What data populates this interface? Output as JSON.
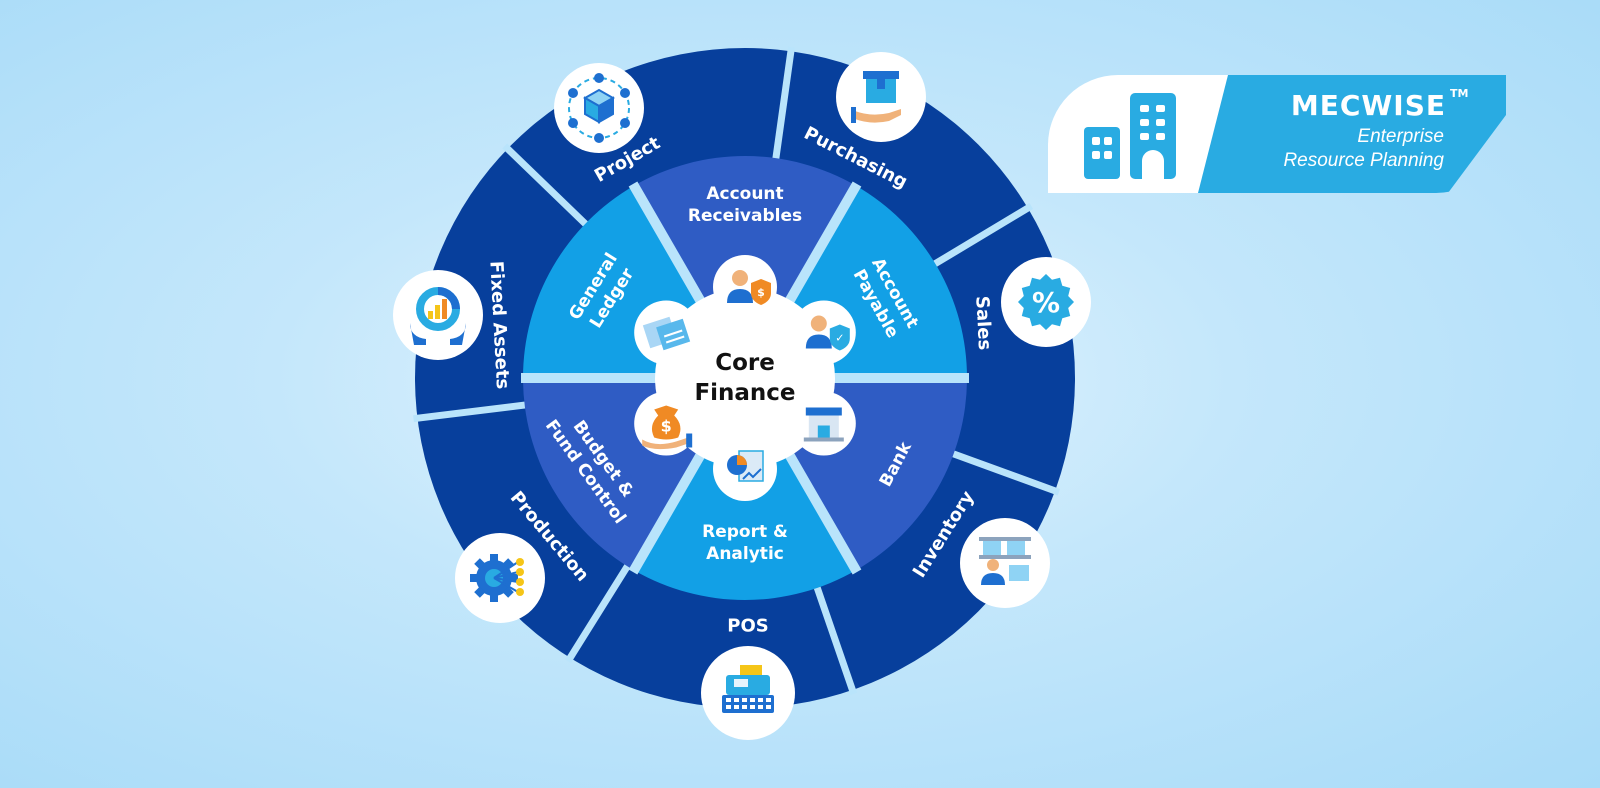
{
  "center": {
    "line1": "Core",
    "line2": "Finance"
  },
  "inner_modules": [
    {
      "id": "account-receivables",
      "lines": [
        "Account",
        "Receivables"
      ]
    },
    {
      "id": "account-payable",
      "lines": [
        "Account",
        "Payable"
      ]
    },
    {
      "id": "bank",
      "lines": [
        "Bank"
      ]
    },
    {
      "id": "report-analytic",
      "lines": [
        "Report &",
        "Analytic"
      ]
    },
    {
      "id": "budget-fund-control",
      "lines": [
        "Budget &",
        "Fund Control"
      ]
    },
    {
      "id": "general-ledger",
      "lines": [
        "General",
        "Ledger"
      ]
    }
  ],
  "outer_modules": [
    {
      "id": "purchasing",
      "label": "Purchasing"
    },
    {
      "id": "sales",
      "label": "Sales"
    },
    {
      "id": "inventory",
      "label": "Inventory"
    },
    {
      "id": "pos",
      "label": "POS"
    },
    {
      "id": "production",
      "label": "Production"
    },
    {
      "id": "fixed-assets",
      "label": "Fixed Assets"
    },
    {
      "id": "project",
      "label": "Project"
    }
  ],
  "brand": {
    "name": "MECWISE",
    "tm": "TM",
    "tagline_line1": "Enterprise",
    "tagline_line2": "Resource Planning"
  },
  "colors": {
    "outer_ring": "#073f9c",
    "inner_light": "#12a0e6",
    "inner_medium": "#2f5cc4",
    "separator": "#b9e4fb",
    "logo_blue": "#29abe2"
  },
  "icons": {
    "inner": [
      "receivable-user-icon",
      "payable-user-icon",
      "bank-building-icon",
      "report-chart-icon",
      "money-bag-icon",
      "ledger-book-icon"
    ],
    "outer": [
      "box-hand-icon",
      "percent-badge-icon",
      "warehouse-worker-icon",
      "cash-register-icon",
      "gear-network-icon",
      "asset-chart-icon",
      "cube-network-icon"
    ],
    "logo": "office-building-icon"
  }
}
